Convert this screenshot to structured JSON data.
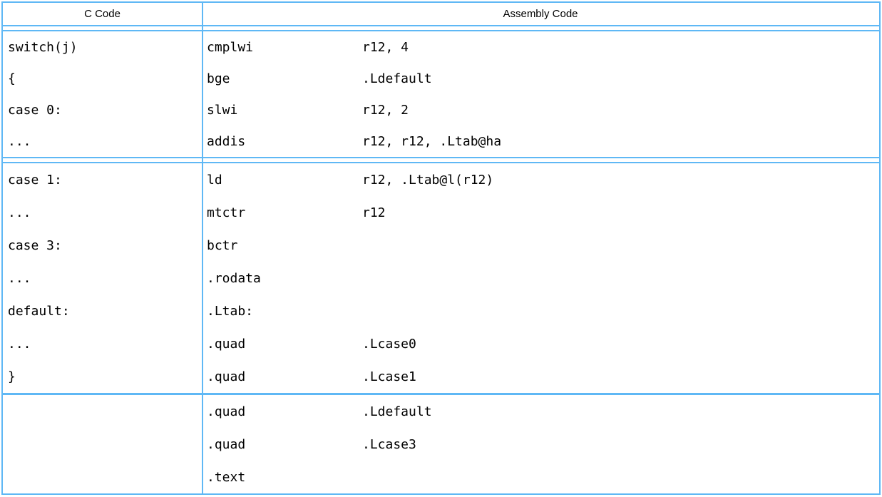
{
  "colors": {
    "rule": "#5FB8F5",
    "text": "#000000",
    "background": "#ffffff"
  },
  "table": {
    "headers": {
      "c_code": "C Code",
      "assembly_code": "Assembly Code"
    },
    "sections": [
      {
        "rows": [
          {
            "c": "switch(j)",
            "mnemonic": "cmplwi",
            "operands": "r12, 4"
          },
          {
            "c": "{",
            "mnemonic": "bge",
            "operands": ".Ldefault"
          },
          {
            "c": "case 0:",
            "mnemonic": "slwi",
            "operands": "r12, 2"
          },
          {
            "c": "...",
            "mnemonic": "addis",
            "operands": "r12, r12, .Ltab@ha"
          }
        ]
      },
      {
        "rows": [
          {
            "c": "case 1:",
            "mnemonic": "ld",
            "operands": "r12, .Ltab@l(r12)"
          },
          {
            "c": "...",
            "mnemonic": "mtctr",
            "operands": "r12"
          },
          {
            "c": "case 3:",
            "mnemonic": "bctr",
            "operands": ""
          },
          {
            "c": "...",
            "mnemonic": ".rodata",
            "operands": ""
          },
          {
            "c": "default:",
            "mnemonic": ".Ltab:",
            "operands": ""
          },
          {
            "c": "...",
            "mnemonic": ".quad",
            "operands": ".Lcase0"
          },
          {
            "c": "}",
            "mnemonic": ".quad",
            "operands": ".Lcase1"
          }
        ]
      },
      {
        "rows": [
          {
            "c": "",
            "mnemonic": ".quad",
            "operands": ".Ldefault"
          },
          {
            "c": "",
            "mnemonic": ".quad",
            "operands": ".Lcase3"
          },
          {
            "c": "",
            "mnemonic": ".text",
            "operands": ""
          }
        ]
      }
    ]
  }
}
